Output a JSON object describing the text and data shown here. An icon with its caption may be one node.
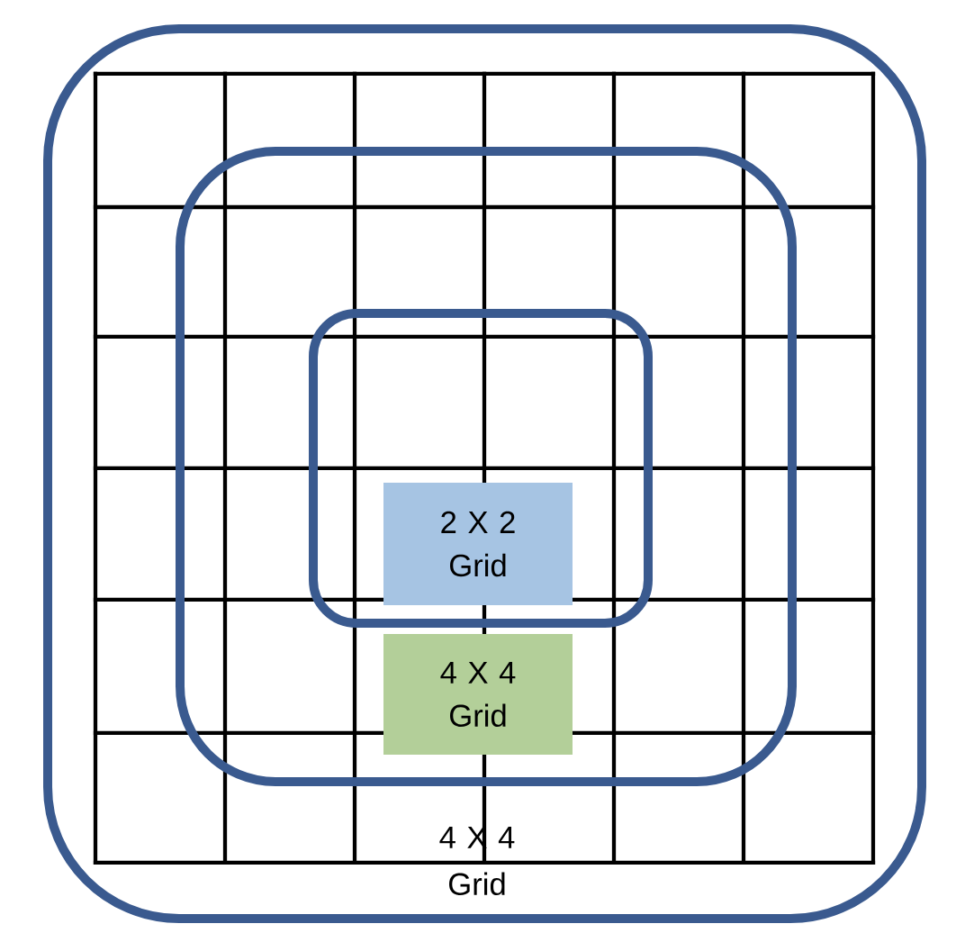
{
  "diagram": {
    "nodes": [
      {
        "text": [
          "4 X 4 Grid"
        ]
      },
      {
        "text": [],
        "shape": "box",
        "in": 0
      },
      {
        "text": [],
        "shape": "box",
        "in": 1
      },
      {
        "text": [
          "2 X 2 Grid"
        ],
        "in": 2
      },
      {
        "text": [
          "4 X 4 Grid"
        ],
        "in": 1
      }
    ]
  }
}
